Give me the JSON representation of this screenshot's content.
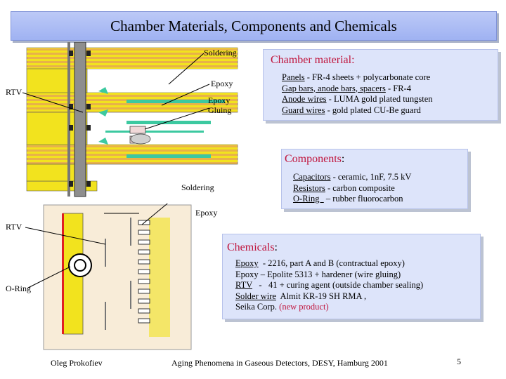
{
  "title": "Chamber Materials, Components and Chemicals",
  "diagram_labels": {
    "soldering_top": "Soldering",
    "epoxy_top": "Epoxy",
    "rtv_top": "RTV",
    "epoxy_gluing_1": "Epoxy",
    "epoxy_gluing_2": "Gluing",
    "soldering_bottom": "Soldering",
    "epoxy_bottom": "Epoxy",
    "rtv_bottom": "RTV",
    "o_ring": "O-Ring"
  },
  "chamber_material": {
    "heading": "Chamber material:",
    "lines": [
      {
        "term": "Panels",
        "rest": " - FR-4 sheets + polycarbonate core"
      },
      {
        "term": "Gap bars, anode bars, spacers",
        "rest": "  - FR-4"
      },
      {
        "term": "Anode wires",
        "rest": "  -  LUMA gold plated tungsten"
      },
      {
        "term": "Guard wires",
        "rest": "  -  gold plated CU-Be guard"
      }
    ]
  },
  "components": {
    "heading": "Components",
    "colon": ":",
    "lines": [
      {
        "term": "Capacitors",
        "rest": "  -  ceramic, 1nF, 7.5 kV"
      },
      {
        "term": "Resistors",
        "rest": "  - carbon composite"
      },
      {
        "term": "O-Ring  ",
        "rest": "  – rubber fluorocarbon"
      }
    ]
  },
  "chemicals": {
    "heading": "Chemicals",
    "colon": ":",
    "lines": [
      {
        "term": "Epoxy",
        "rest": "  - 2216, part A and B (contractual epoxy)"
      },
      {
        "term": "",
        "rest": "Epoxy – Epolite 5313 + hardener (wire gluing)"
      },
      {
        "term": "RTV",
        "rest": "   -   41 + curing agent (outside chamber sealing)"
      },
      {
        "term": "Solder wire",
        "rest": "  Almit KR-19 SH RMA ,"
      }
    ],
    "last_line": "Seika Corp. ",
    "last_line_highlight": "(new product)"
  },
  "footer": {
    "author": "Oleg Prokofiev",
    "event": "Aging Phenomena in Gaseous Detectors,  DESY, Hamburg 2001",
    "page": "5"
  },
  "colors": {
    "accent_red": "#c0143c",
    "title_fill": "#a9b9f4",
    "box_fill": "#dde4fa",
    "panel_yellow": "#f2e31e",
    "panel_orange": "#e8b24a",
    "wire_green": "#3cc9a0"
  }
}
